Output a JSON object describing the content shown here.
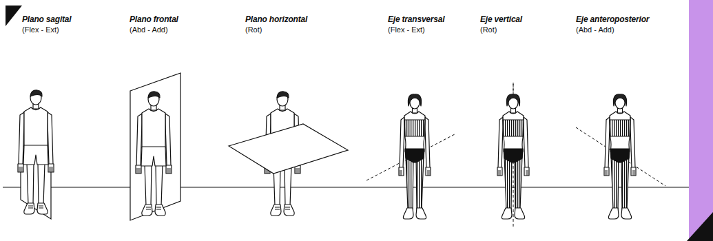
{
  "diagram": {
    "labels": [
      "Plano sagital",
      "(Flex - Ext)",
      "Plano frontal",
      "(Abd - Add)",
      "Plano horizontal",
      "(Rot)",
      "Eje transversal",
      "(Flex - Ext)",
      "Eje vertical",
      "(Rot)",
      "Eje anteroposterior",
      "(Abd - Add)"
    ]
  }
}
